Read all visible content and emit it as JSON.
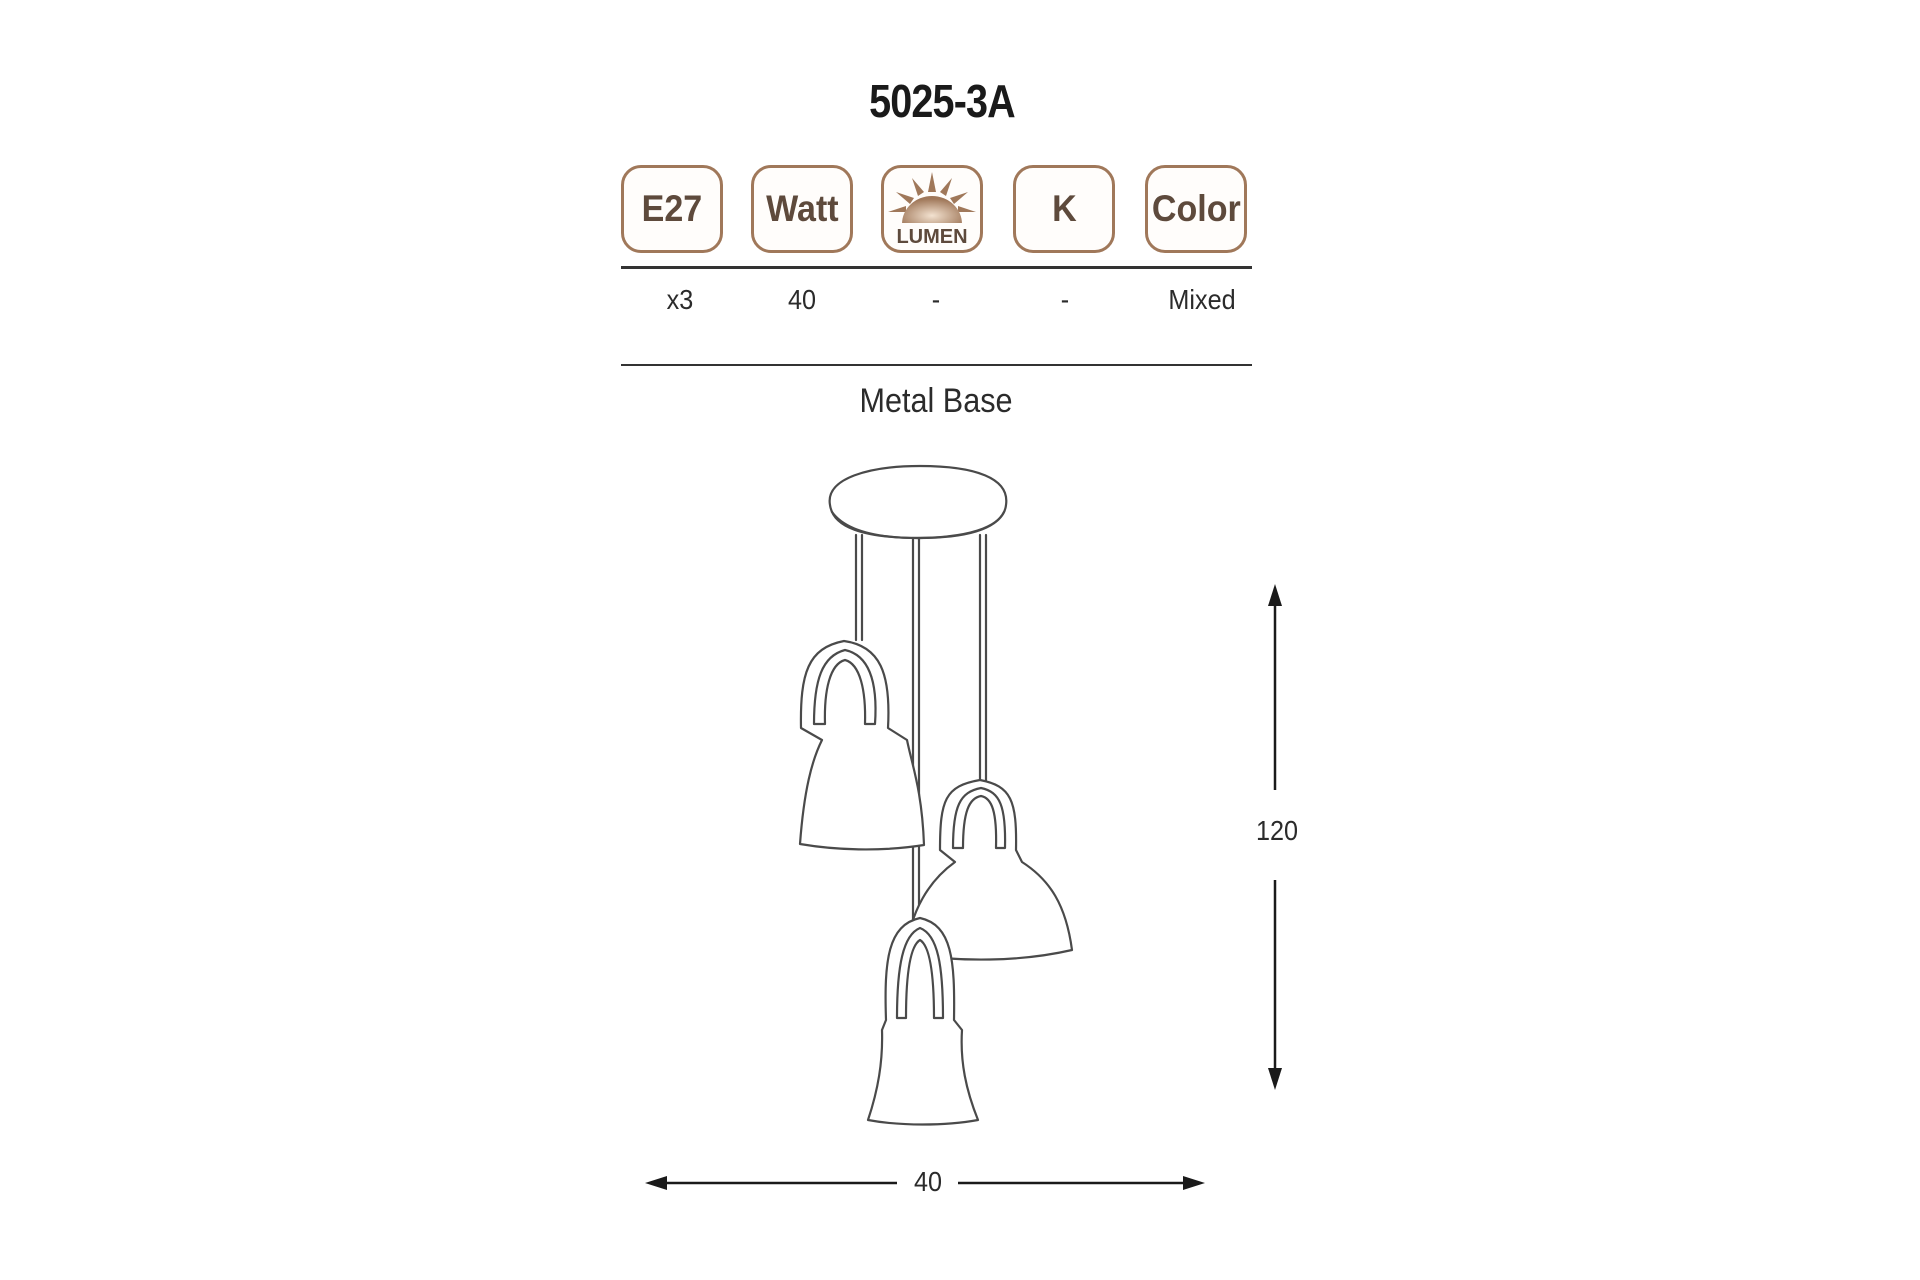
{
  "title": "5025-3A",
  "specs": {
    "socket": {
      "label": "E27",
      "value": "x3"
    },
    "watt": {
      "label": "Watt",
      "value": "40"
    },
    "lumen": {
      "label": "LUMEN",
      "value": "-"
    },
    "kelvin": {
      "label": "K",
      "value": "-"
    },
    "color": {
      "label": "Color",
      "value": "Mixed"
    }
  },
  "material": "Metal Base",
  "dimensions": {
    "height": "120",
    "width": "40"
  },
  "colors": {
    "icon_border": "#a0785a",
    "icon_text": "#5e4a3c",
    "lumen_sun": "#a0785a"
  }
}
